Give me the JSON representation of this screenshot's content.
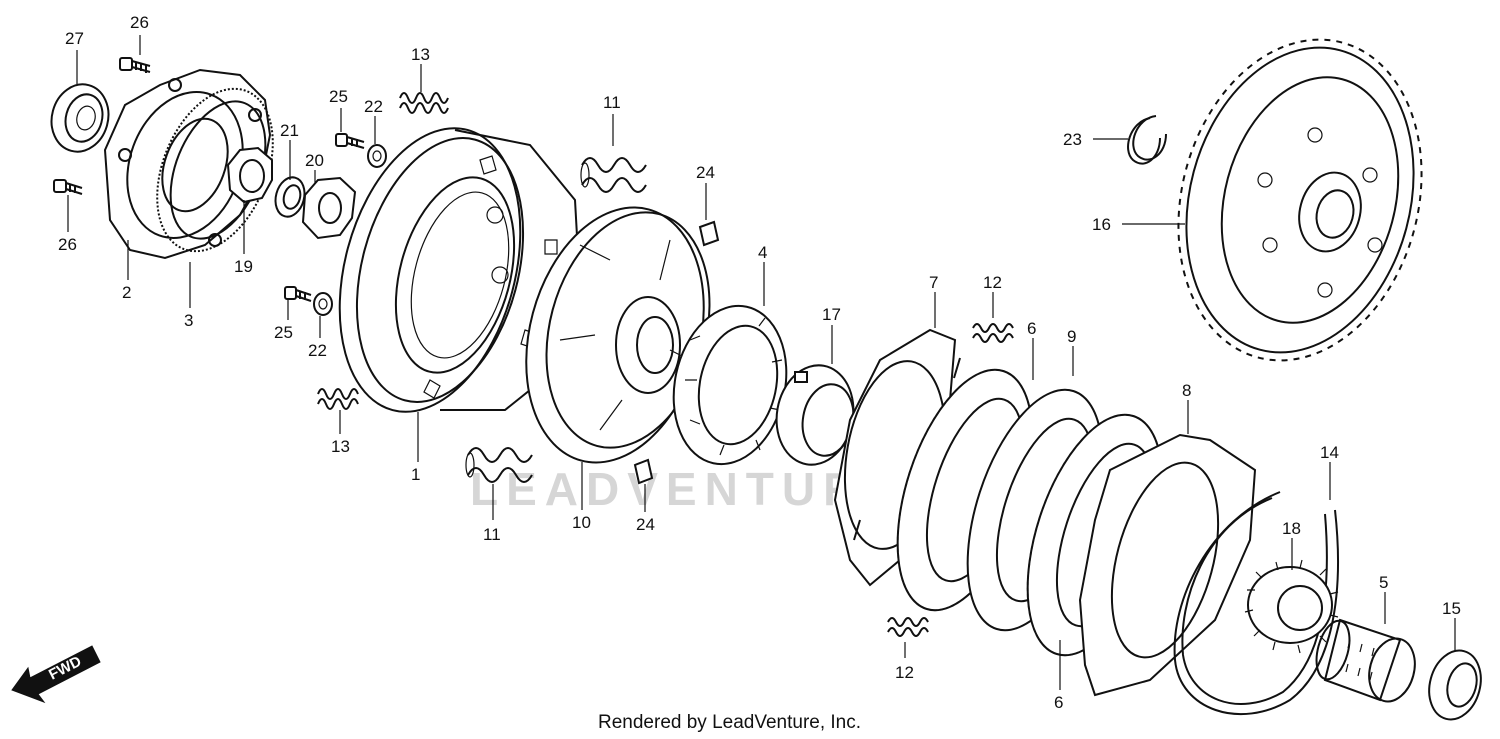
{
  "footer": "Rendered by LeadVenture, Inc.",
  "watermark": "LEADVENTURE",
  "fwd_label": "FWD",
  "callouts": [
    "27",
    "26",
    "26",
    "2",
    "3",
    "19",
    "21",
    "20",
    "25",
    "22",
    "25",
    "22",
    "13",
    "13",
    "1",
    "11",
    "11",
    "10",
    "24",
    "24",
    "4",
    "17",
    "7",
    "12",
    "12",
    "6",
    "6",
    "9",
    "8",
    "14",
    "18",
    "5",
    "15",
    "23",
    "16"
  ]
}
